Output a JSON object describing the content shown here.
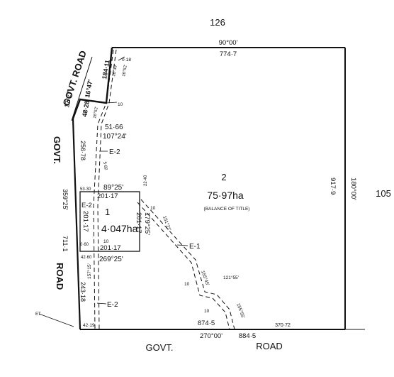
{
  "labels": {
    "adjoining_north": "126",
    "adjoining_east": "105",
    "road_north": "GOVT. ROAD",
    "road_west_1": "GOVT.",
    "road_west_2": "ROAD",
    "road_south_1": "GOVT.",
    "road_south_2": "ROAD"
  },
  "lot1": {
    "number": "1",
    "area": "4·047ha",
    "top_bearing": "89°25'",
    "top_length": "201·17",
    "right_length": "201·17",
    "left_length": "201·17",
    "bottom_length": "201·17",
    "bottom_bearing": "269°25'",
    "left_bearing": "359°25'",
    "easement": "E-2"
  },
  "lot2": {
    "number": "2",
    "area": "75·97ha",
    "note": "(BALANCE OF TITLE)",
    "left_extra": "179°25'",
    "easement_1": "E-1",
    "easement_2": "E-2",
    "easement_3": "E-2"
  },
  "boundaries": {
    "north_bearing": "90°00'",
    "north_length": "774·7",
    "east_bearing": "180°00'",
    "east_length": "917·9",
    "south_bearing": "270°00'",
    "south_length_1": "874·5",
    "south_length_2": "884·5",
    "south_small": "370·72",
    "sw_corner": "42·19",
    "west_upper": "256·78",
    "west_lower_1": "711·1",
    "west_lower_2": "243·18",
    "west_small_1": "53·30",
    "west_small_2": "42·60",
    "west_small_3": "0·60",
    "nw_1": "48·28",
    "nw_2": "16°47'",
    "nw_3": "17°27'",
    "nw_4": "184·11",
    "nw_5": "0·18",
    "chord_1": "51·66",
    "chord_2": "107°24'",
    "diag_1": "16°39'",
    "diag_2": "16°52'",
    "tick_10": "10",
    "easement_w1": "5·82",
    "easement_w2": "22·40",
    "ease_angle_1": "151°21'",
    "ease_angle_2": "155°45'",
    "ease_angle_3": "121°55'",
    "ease_angle_4": "155°55'",
    "misc_1": "157°15'",
    "misc_2": "ET"
  }
}
